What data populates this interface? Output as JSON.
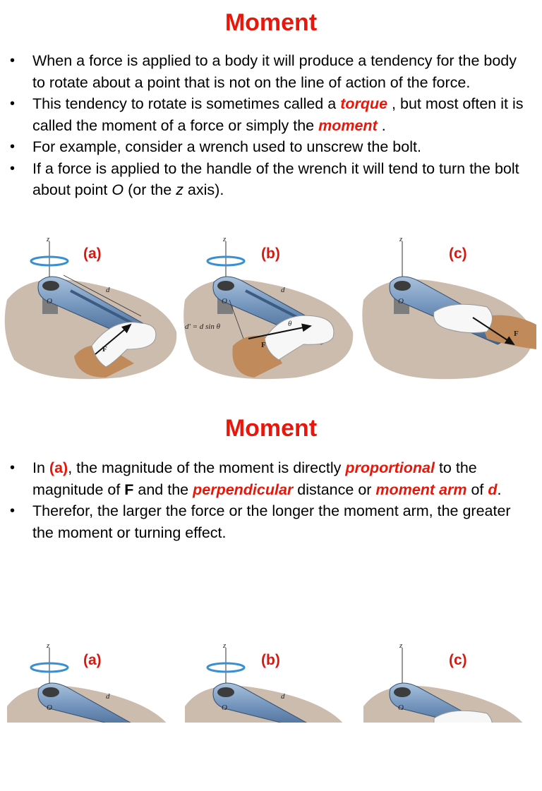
{
  "slide1": {
    "title": "Moment",
    "b1": "When a force is applied to a body it will produce a tendency for the body to rotate about a point that is not on the line of action of the force.",
    "b2_pre": "This tendency to rotate is sometimes called a ",
    "b2_torque": "torque",
    "b2_mid": " , but most often it is called the moment of a force or simply the ",
    "b2_moment": "moment",
    "b2_post": " .",
    "b3": "For example, consider a wrench used to unscrew the bolt.",
    "b4_pre": "If a force is applied to the handle of the wrench it will tend to turn the bolt about point ",
    "b4_O": "O",
    "b4_mid": " (or the ",
    "b4_z": "z",
    "b4_post": " axis)."
  },
  "figure": {
    "labels": [
      "(a)",
      "(b)",
      "(c)"
    ],
    "z": "z",
    "O": "O",
    "d": "d",
    "F": "F",
    "theta": "θ",
    "d_prime": "d' = d sin θ"
  },
  "slide2": {
    "title": "Moment",
    "b1_pre": "In ",
    "b1_a": "(a)",
    "b1_mid1": ", the magnitude of the moment is directly ",
    "b1_prop": "proportional",
    "b1_mid2": " to the magnitude of ",
    "b1_F": "F",
    "b1_mid3": " and the ",
    "b1_perp": "perpendicular",
    "b1_mid4": " distance or ",
    "b1_arm": "moment arm",
    "b1_mid5": " of ",
    "b1_d": "d",
    "b1_post": ".",
    "b2": "Therefor, the larger the force or the longer the moment arm, the greater the moment or turning effect."
  },
  "colors": {
    "accent_red": "#e8170c",
    "wrench": "#6d8fb8",
    "shadow": "#cbbcae",
    "hand": "#c08a5a"
  }
}
